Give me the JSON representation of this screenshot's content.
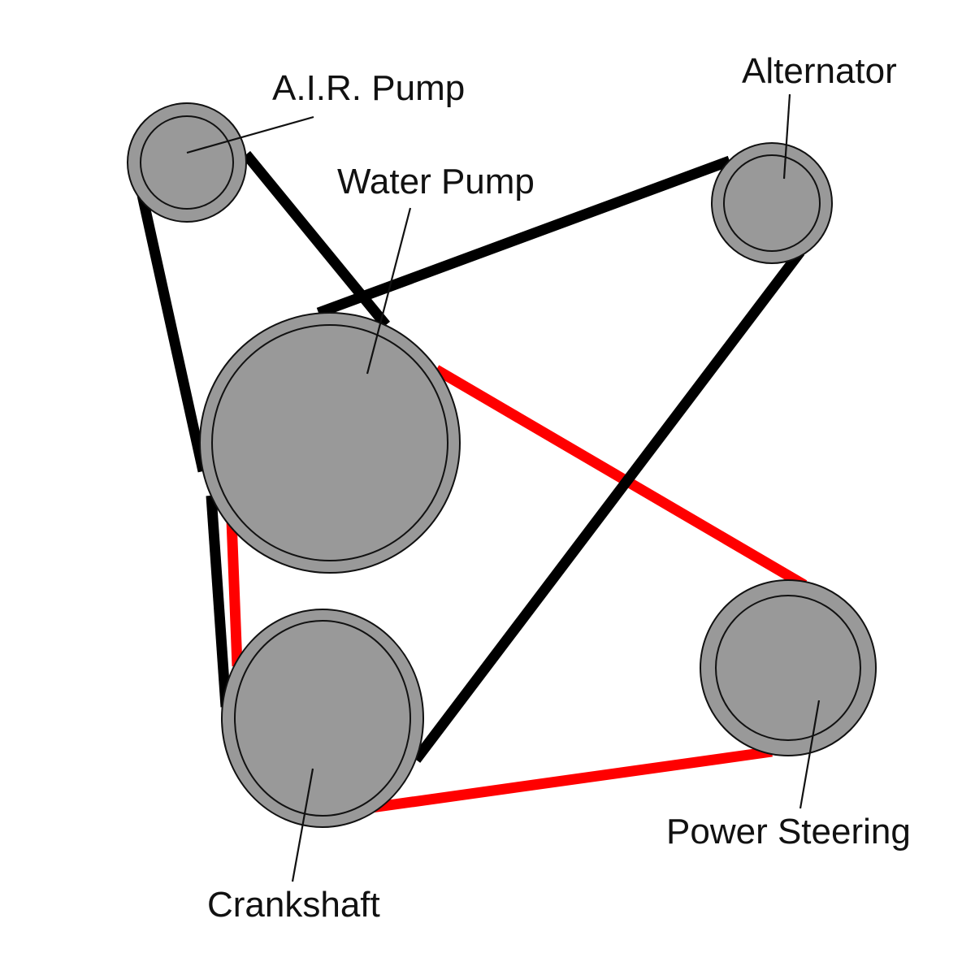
{
  "diagram": {
    "pulleys": {
      "air_pump": {
        "label": "A.I.R. Pump"
      },
      "alternator": {
        "label": "Alternator"
      },
      "water_pump": {
        "label": "Water Pump"
      },
      "crankshaft": {
        "label": "Crankshaft"
      },
      "power_steering": {
        "label": "Power Steering"
      }
    },
    "belts": {
      "serpentine": {
        "color": "#000000"
      },
      "power_steering": {
        "color": "#ff0000"
      }
    },
    "colors": {
      "pulley_fill": "#999999",
      "outline": "#111111",
      "background": "#ffffff"
    }
  }
}
